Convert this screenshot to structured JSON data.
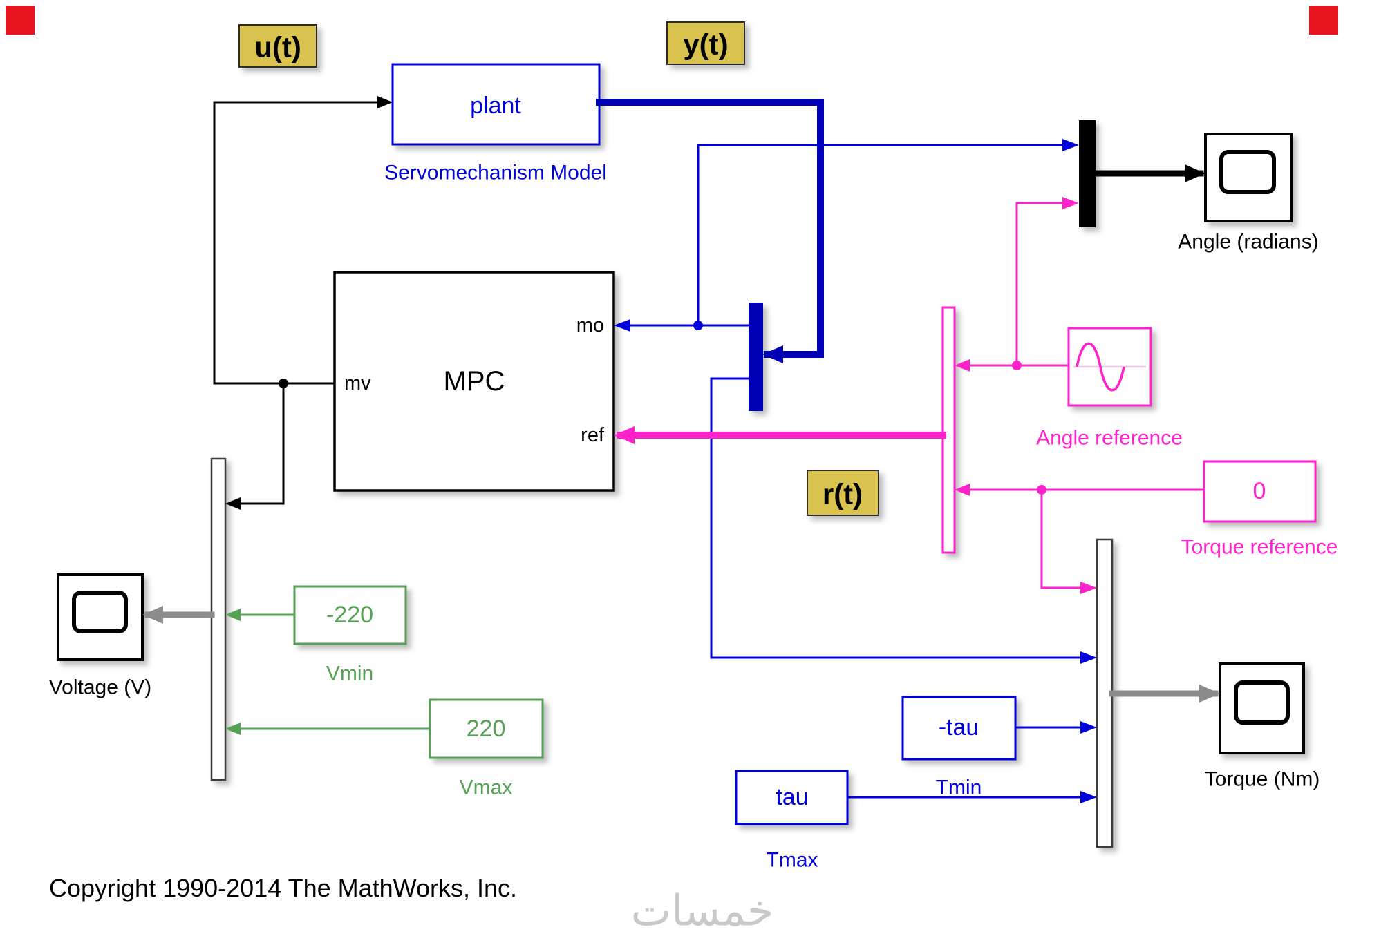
{
  "diagram": {
    "annotations": {
      "u": "u(t)",
      "y": "y(t)",
      "r": "r(t)"
    },
    "blocks": {
      "plant": {
        "label": "plant",
        "name": "Servomechanism Model"
      },
      "mpc": {
        "label": "MPC",
        "ports": {
          "mo": "mo",
          "mv": "mv",
          "ref": "ref"
        }
      },
      "angle_scope": {
        "name": "Angle (radians)"
      },
      "voltage_scope": {
        "name": "Voltage (V)"
      },
      "torque_scope": {
        "name": "Torque (Nm)"
      },
      "angle_reference": {
        "name": "Angle reference"
      },
      "torque_reference": {
        "value": "0",
        "name": "Torque reference"
      },
      "vmin": {
        "value": "-220",
        "name": "Vmin"
      },
      "vmax": {
        "value": "220",
        "name": "Vmax"
      },
      "tmin": {
        "value": "-tau",
        "name": "Tmin"
      },
      "tmax": {
        "value": "tau",
        "name": "Tmax"
      }
    },
    "footer": {
      "copyright": "Copyright 1990-2014 The MathWorks, Inc."
    },
    "watermark": "خمسات",
    "colors": {
      "blue": "#0000DD",
      "blue_dark": "#0000B4",
      "pink": "#FF22CC",
      "green": "#55A155",
      "yellow": "#D9C24E",
      "gray": "#8C8C8C",
      "red": "#E8141E",
      "black": "#000000",
      "watermark_gray": "#C9C9C9"
    }
  }
}
